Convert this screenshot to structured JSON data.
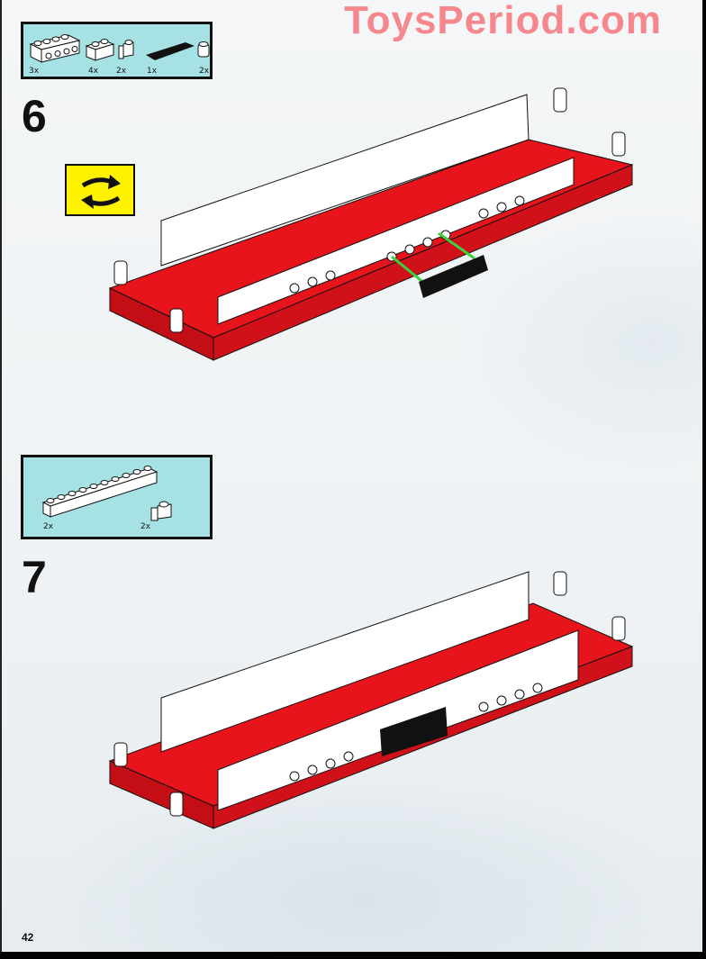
{
  "watermark": "ToysPeriod.com",
  "page_number": "42",
  "steps": [
    {
      "number": "6",
      "parts": [
        {
          "name": "white 1x4 technic brick with holes",
          "qty": "3x"
        },
        {
          "name": "white 1x2 brick",
          "qty": "4x"
        },
        {
          "name": "white 1x1 brick with clip",
          "qty": "2x"
        },
        {
          "name": "black 1x4 tile",
          "qty": "1x"
        },
        {
          "name": "white 1x1 round brick",
          "qty": "2x"
        }
      ],
      "rotate_icon": "rotate-model-icon",
      "colors": {
        "baseplate": "#e8141c",
        "bricks": "#ffffff",
        "tile": "#111111",
        "arrow": "#3cd23c"
      }
    },
    {
      "number": "7",
      "parts": [
        {
          "name": "white 1x10 brick",
          "qty": "2x"
        },
        {
          "name": "white 1x1 brick with clip",
          "qty": "2x"
        }
      ],
      "colors": {
        "baseplate": "#e8141c",
        "bricks": "#ffffff",
        "tile": "#111111"
      }
    }
  ],
  "colors": {
    "callout_bg": "#a6e1e3",
    "rotate_bg": "#fff200",
    "watermark": "#f5878d"
  }
}
